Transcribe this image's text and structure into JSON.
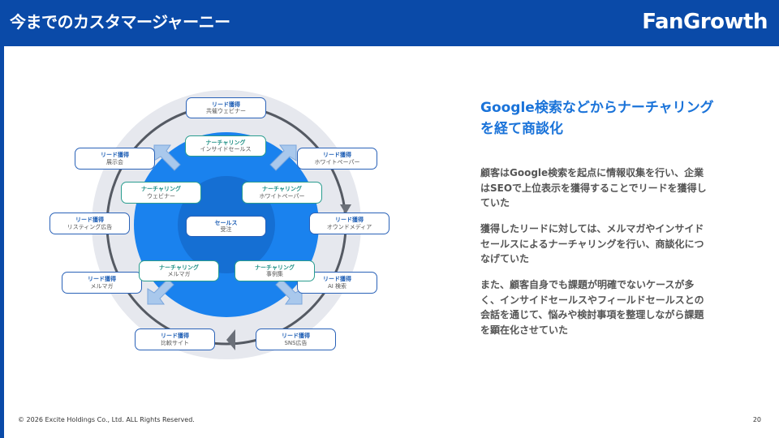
{
  "header": {
    "title": "今までのカスタマージャーニー",
    "logo": "FanGrowth"
  },
  "diagram": {
    "center": {
      "title": "セールス",
      "sub": "受注"
    },
    "lead_boxes": [
      {
        "title": "リード獲得",
        "sub": "共催ウェビナー"
      },
      {
        "title": "リード獲得",
        "sub": "展示会"
      },
      {
        "title": "リード獲得",
        "sub": "ホワイトペーパー"
      },
      {
        "title": "リード獲得",
        "sub": "リスティング広告"
      },
      {
        "title": "リード獲得",
        "sub": "オウンドメディア"
      },
      {
        "title": "リード獲得",
        "sub": "メルマガ"
      },
      {
        "title": "リード獲得",
        "sub": "AI 検索"
      },
      {
        "title": "リード獲得",
        "sub": "比較サイト"
      },
      {
        "title": "リード獲得",
        "sub": "SNS広告"
      }
    ],
    "nurture_boxes": [
      {
        "title": "ナーチャリング",
        "sub": "インサイドセールス"
      },
      {
        "title": "ナーチャリング",
        "sub": "ウェビナー"
      },
      {
        "title": "ナーチャリング",
        "sub": "ホワイトペーパー"
      },
      {
        "title": "ナーチャリング",
        "sub": "メルマガ"
      },
      {
        "title": "ナーチャリング",
        "sub": "事例集"
      }
    ]
  },
  "content": {
    "heading": "Google検索などからナーチャリングを経て商談化",
    "paragraphs": [
      "顧客はGoogle検索を起点に情報収集を行い、企業はSEOで上位表示を獲得することでリードを獲得していた",
      "獲得したリードに対しては、メルマガやインサイドセールスによるナーチャリングを行い、商談化につなげていた",
      "また、顧客自身でも課題が明確でないケースが多く、インサイドセールスやフィールドセールスとの会話を通じて、悩みや検討事項を整理しながら課題を顕在化させていた"
    ]
  },
  "footer": {
    "copyright": "© 2026 Excite Holdings Co., Ltd. ALL Rights Reserved.",
    "page_number": "20"
  },
  "colors": {
    "brand_blue": "#0a4aa8",
    "accent_blue": "#1a73d9",
    "nurture_teal": "#2a9d8f"
  }
}
